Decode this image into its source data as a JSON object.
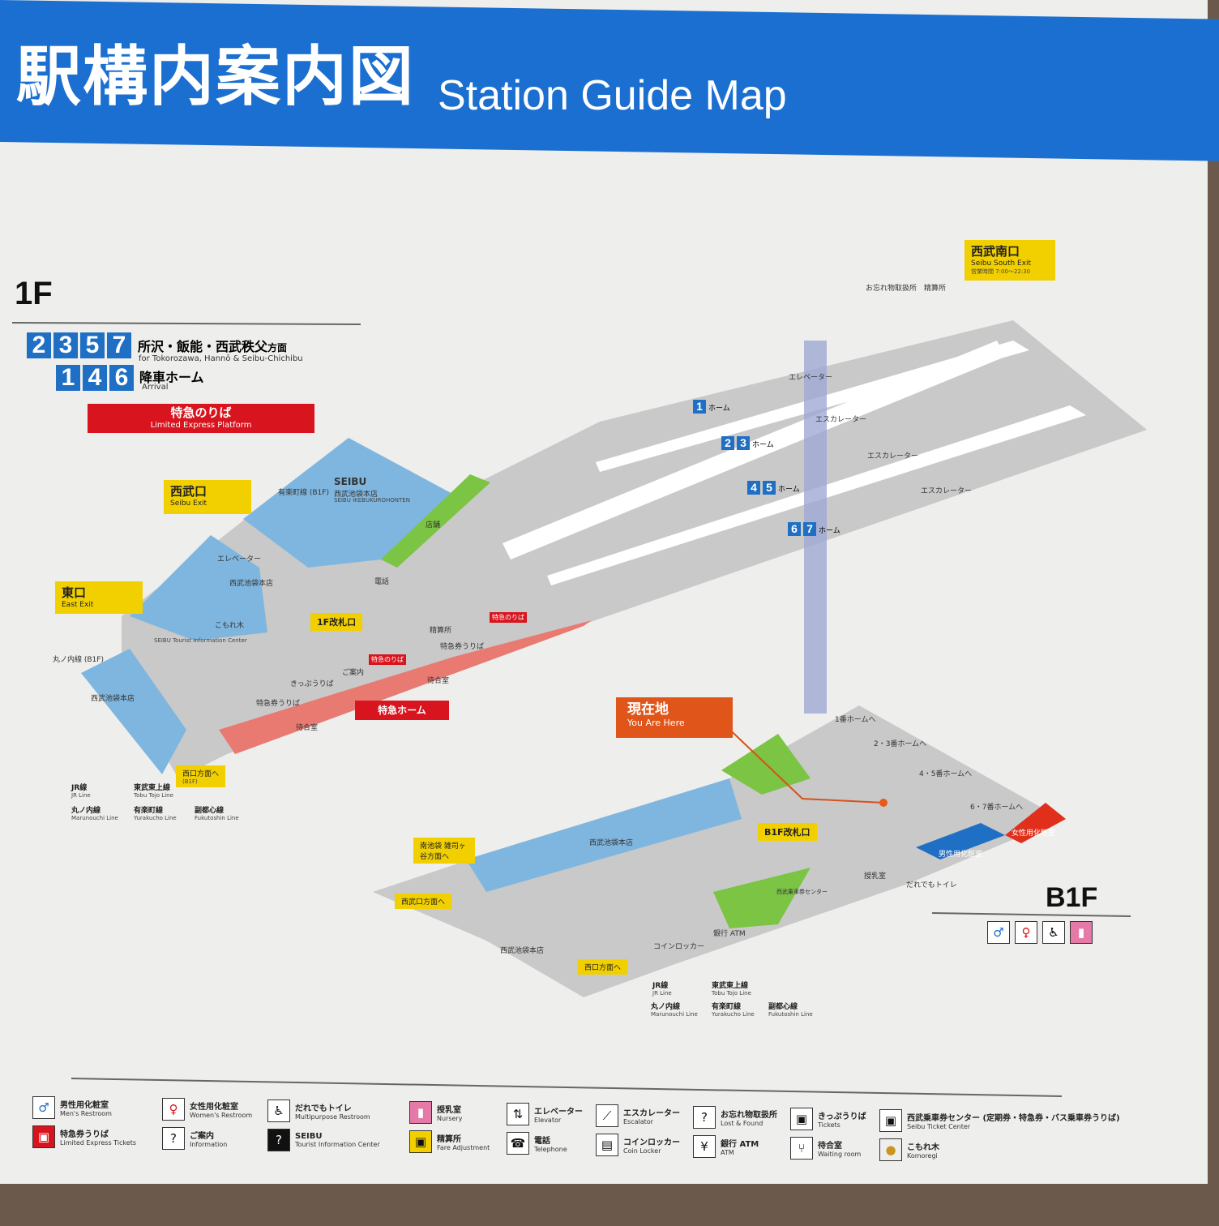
{
  "header": {
    "title_jp": "駅構内案内図",
    "title_en": "Station Guide Map"
  },
  "floor_1f": {
    "label": "1F",
    "departure_platforms": [
      "2",
      "3",
      "5",
      "7"
    ],
    "departure_jp": "所沢・飯能・西武秩父",
    "departure_suffix": "方面",
    "departure_en": "for Tokorozawa, Hannō & Seibu-Chichibu",
    "arrival_platforms": [
      "1",
      "4",
      "6"
    ],
    "arrival_jp": "降車ホーム",
    "arrival_en": "Arrival",
    "ltd_jp": "特急のりば",
    "ltd_en": "Limited Express Platform",
    "seibu_exit_jp": "西武口",
    "seibu_exit_en": "Seibu Exit",
    "east_exit_jp": "東口",
    "east_exit_en": "East Exit",
    "south_exit_jp": "西武南口",
    "south_exit_en": "Seibu South Exit",
    "south_exit_hours": "営業時間 7:00～22:30",
    "gate": "1F改札口",
    "ltd_home": "特急ホーム",
    "ltd_noriba": "特急のりば",
    "west_dir": "西口方面へ",
    "west_dir_sub": "(B1F)",
    "lost_found": "お忘れ物取扱所",
    "fare_adj": "精算所",
    "elevator": "エレベーター",
    "escalator": "エスカレーター",
    "phone": "電話",
    "shop": "店舗",
    "waiting": "待合室",
    "tickets": "きっぷうりば",
    "ltd_tickets": "特急券うりば",
    "info": "ご案内",
    "komoregi": "こもれ木",
    "tourist": "SEIBU Tourist Information Center",
    "store": "西武池袋本店",
    "store_en": "SEIBU IKEBUKUROHONTEN",
    "yurakucho_b1f": "有楽町線 (B1F)",
    "marunouchi_b1f": "丸ノ内線 (B1F)",
    "platforms": [
      {
        "nums": [
          "1"
        ],
        "label": "ホーム"
      },
      {
        "nums": [
          "2",
          "3"
        ],
        "label": "ホーム"
      },
      {
        "nums": [
          "4",
          "5"
        ],
        "label": "ホーム"
      },
      {
        "nums": [
          "6",
          "7"
        ],
        "label": "ホーム"
      }
    ]
  },
  "floor_b1f": {
    "label": "B1F",
    "gate": "B1F改札口",
    "you_are_here_jp": "現在地",
    "you_are_here_en": "You Are Here",
    "minami": "南池袋 雑司ヶ谷方面へ",
    "seibu_west": "西武口方面へ",
    "west": "西口方面へ",
    "to_platforms": [
      "1番ホームへ",
      "2・3番ホームへ",
      "4・5番ホームへ",
      "6・7番ホームへ"
    ],
    "ticket_center": "西武乗車券センター",
    "nursery": "授乳室",
    "multi": "だれでもトイレ",
    "mens": "男性用化粧室",
    "womens": "女性用化粧室",
    "locker": "コインロッカー",
    "atm": "銀行 ATM"
  },
  "lines": [
    {
      "jp": "JR線",
      "en": "JR Line"
    },
    {
      "jp": "東武東上線",
      "en": "Tobu Tojo Line"
    },
    {
      "jp": "丸ノ内線",
      "en": "Marunouchi Line"
    },
    {
      "jp": "有楽町線",
      "en": "Yurakucho Line"
    },
    {
      "jp": "副都心線",
      "en": "Fukutoshin Line"
    }
  ],
  "legend": [
    {
      "jp": "男性用化粧室",
      "en": "Men's Restroom",
      "icon": "men-restroom-icon"
    },
    {
      "jp": "特急券うりば",
      "en": "Limited Express Tickets",
      "icon": "ltd-ticket-icon"
    },
    {
      "jp": "女性用化粧室",
      "en": "Women's Restroom",
      "icon": "women-restroom-icon"
    },
    {
      "jp": "ご案内",
      "en": "Information",
      "icon": "info-icon"
    },
    {
      "jp": "だれでもトイレ",
      "en": "Multipurpose Restroom",
      "icon": "multipurpose-restroom-icon"
    },
    {
      "jp": "SEIBU",
      "en": "Tourist Information Center",
      "icon": "tourist-info-icon"
    },
    {
      "jp": "授乳室",
      "en": "Nursery",
      "icon": "nursery-icon"
    },
    {
      "jp": "精算所",
      "en": "Fare Adjustment",
      "icon": "fare-adjustment-icon"
    },
    {
      "jp": "エレベーター",
      "en": "Elevator",
      "icon": "elevator-icon"
    },
    {
      "jp": "電話",
      "en": "Telephone",
      "icon": "telephone-icon"
    },
    {
      "jp": "エスカレーター",
      "en": "Escalator",
      "icon": "escalator-icon"
    },
    {
      "jp": "コインロッカー",
      "en": "Coin Locker",
      "icon": "coin-locker-icon"
    },
    {
      "jp": "お忘れ物取扱所",
      "en": "Lost & Found",
      "icon": "lost-found-icon"
    },
    {
      "jp": "銀行 ATM",
      "en": "ATM",
      "icon": "atm-icon"
    },
    {
      "jp": "きっぷうりば",
      "en": "Tickets",
      "icon": "tickets-icon"
    },
    {
      "jp": "待合室",
      "en": "Waiting room",
      "icon": "waiting-room-icon"
    },
    {
      "jp": "西武乗車券センター (定期券・特急券・バス乗車券うりば)",
      "en": "Seibu Ticket Center",
      "icon": "ticket-center-icon"
    },
    {
      "jp": "こもれ木",
      "en": "Komoregi",
      "icon": "komoregi-icon"
    }
  ],
  "colors": {
    "blue": "#1b6fd0",
    "yellow": "#f2d000",
    "red": "#d8141e",
    "grey": "#c8c9c8",
    "store": "#7fb6df",
    "shop": "#7cc443",
    "ltd": "#e87a72"
  }
}
